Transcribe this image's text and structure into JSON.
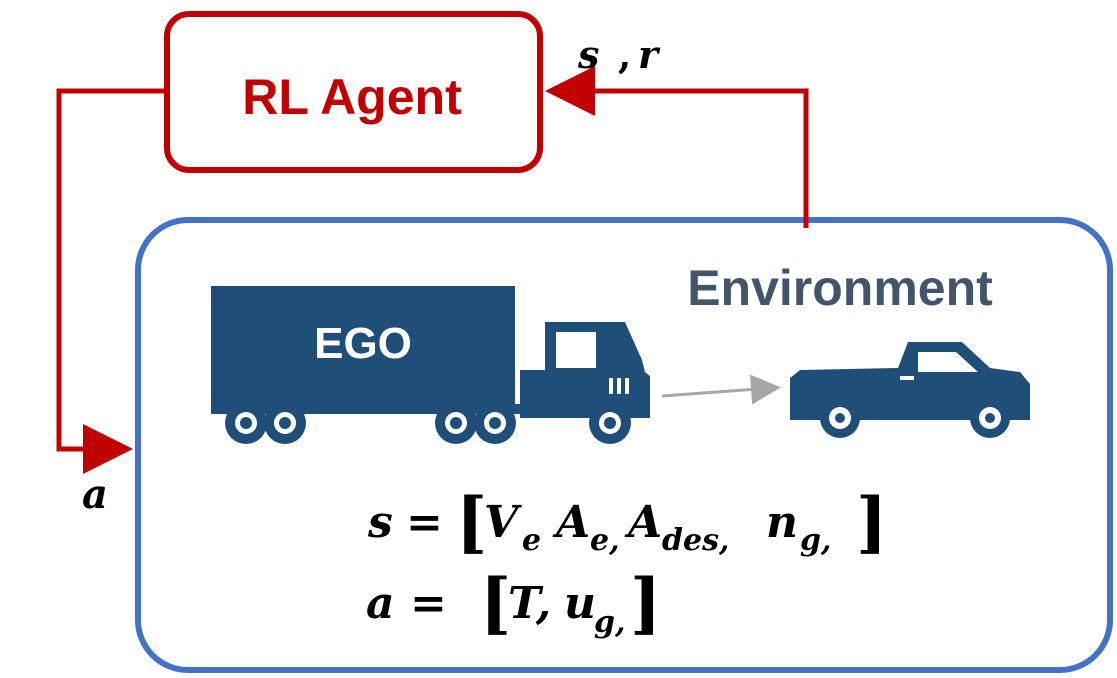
{
  "agent": {
    "label": "RL Agent",
    "color": "#c00000"
  },
  "environment": {
    "label": "Environment",
    "border_color": "#4472c4",
    "text_color": "#44546a"
  },
  "feedback_label": {
    "s": "s",
    "sep": ",",
    "r": "r"
  },
  "action_label": "a",
  "ego": {
    "label": "EGO",
    "vehicle_color": "#1f4e79"
  },
  "state_equation": {
    "lhs": "s",
    "eq": "=",
    "terms": [
      {
        "main": "V",
        "sub": "e"
      },
      {
        "main": "A",
        "sub": "e,"
      },
      {
        "main": "A",
        "sub": "des,"
      },
      {
        "main": "n",
        "sub": "g,"
      }
    ]
  },
  "action_equation": {
    "lhs": "a",
    "eq": "=",
    "terms": [
      {
        "main": "T,",
        "sub": ""
      },
      {
        "main": "u",
        "sub": "g,"
      }
    ]
  }
}
